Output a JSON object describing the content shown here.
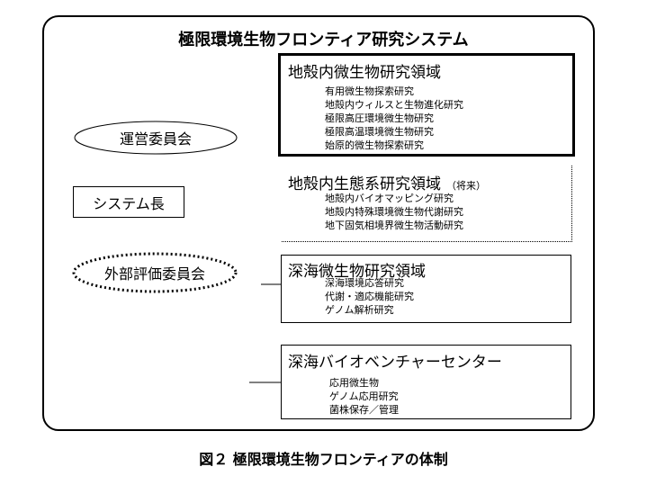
{
  "frame": {
    "title": "極限環境生物フロンティア研究システム"
  },
  "left": {
    "committee": "運営委員会",
    "director": "システム長",
    "external_committee": "外部評価委員会"
  },
  "areas": [
    {
      "title": "地殻内微生物研究領域",
      "note": "",
      "items": [
        "有用微生物探索研究",
        "地殻内ウィルスと生物進化研究",
        "極限高圧環境微生物研究",
        "極限高温環境微生物研究",
        "始原的微生物探索研究"
      ]
    },
    {
      "title": "地殻内生態系研究領域",
      "note": "（将来）",
      "items": [
        "地殻内バイオマッピング研究",
        "地殻内特殊環境微生物代謝研究",
        "地下固気相境界微生物活動研究"
      ]
    },
    {
      "title": "深海微生物研究領域",
      "note": "",
      "items": [
        "深海環境応答研究",
        "代謝・適応機能研究",
        "ゲノム解析研究"
      ]
    },
    {
      "title": "深海バイオベンチャーセンター",
      "note": "",
      "items": [
        "応用微生物",
        "ゲノム応用研究",
        "菌株保存／管理"
      ]
    }
  ],
  "caption": "図２ 極限環境生物フロンティアの体制"
}
